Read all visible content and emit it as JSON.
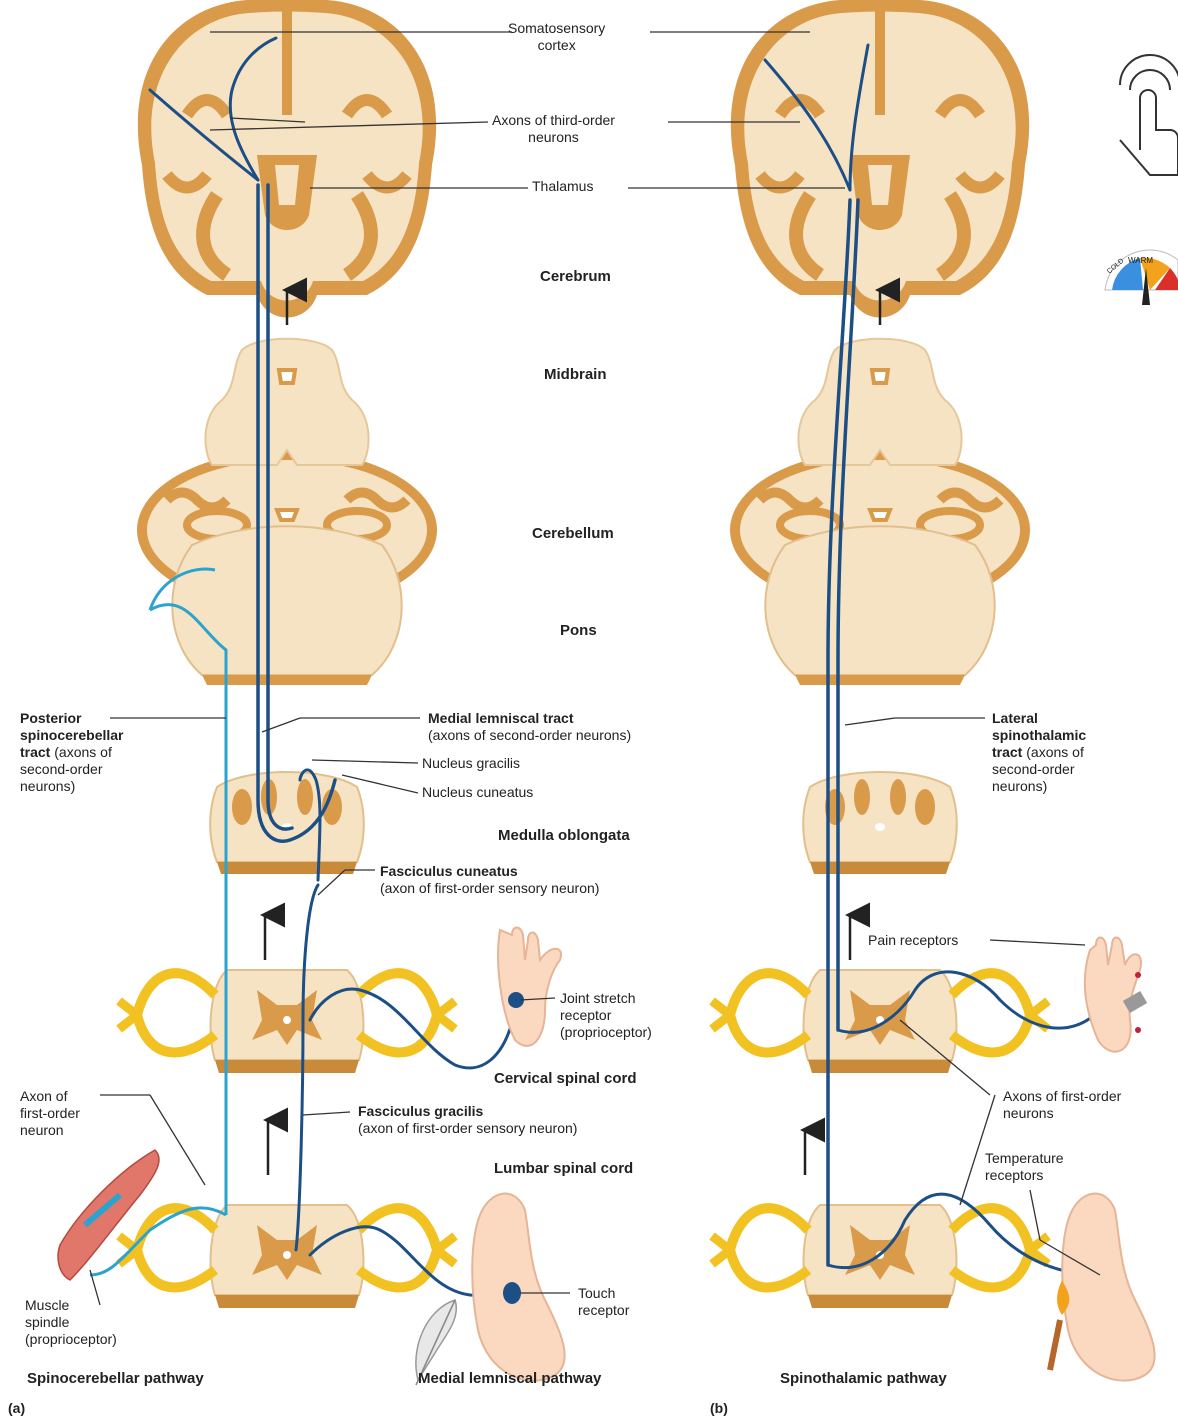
{
  "labels": {
    "somatosensory": "Somatosensory\ncortex",
    "third_order": "Axons of third-order\nneurons",
    "thalamus": "Thalamus",
    "cerebrum": "Cerebrum",
    "midbrain": "Midbrain",
    "cerebellum": "Cerebellum",
    "pons": "Pons",
    "posterior_title": "Posterior\nspinocerebellar\ntract",
    "posterior_desc": " (axons of\nsecond-order\nneurons)",
    "medial_lemniscal_title": "Medial lemniscal tract",
    "medial_lemniscal_desc": "(axons of second-order neurons)",
    "nucleus_gracilis": "Nucleus gracilis",
    "nucleus_cuneatus": "Nucleus cuneatus",
    "medulla": "Medulla oblongata",
    "fasciculus_cuneatus_title": "Fasciculus cuneatus",
    "fasciculus_cuneatus_desc": "(axon of first-order sensory neuron)",
    "joint_stretch": "Joint stretch\nreceptor\n(proprioceptor)",
    "cervical": "Cervical spinal cord",
    "axon_first_order_a": "Axon of\nfirst-order\nneuron",
    "fasciculus_gracilis_title": "Fasciculus gracilis",
    "fasciculus_gracilis_desc": "(axon of first-order sensory neuron)",
    "lumbar": "Lumbar spinal cord",
    "touch": "Touch\nreceptor",
    "muscle_spindle": "Muscle\nspindle\n(proprioceptor)",
    "spinocerebellar_pathway": "Spinocerebellar pathway",
    "medial_lemniscal_pathway": "Medial lemniscal pathway",
    "panel_a": "(a)",
    "panel_b": "(b)",
    "lateral_title": "Lateral\nspinothalamic\ntract",
    "lateral_desc": " (axons of\nsecond-order\nneurons)",
    "pain_receptors": "Pain receptors",
    "axons_first_order_b": "Axons of first-order\nneurons",
    "temperature_receptors": "Temperature\nreceptors",
    "spinothalamic_pathway": "Spinothalamic pathway",
    "thermo_warm": "WARM",
    "thermo_cold": "COLD"
  },
  "colors": {
    "tissue": "#f6e3c4",
    "gray_matter": "#d99a4a",
    "cortex_edge": "#c98a3a",
    "nerve": "#f2c122",
    "tract_dark": "#1c4f86",
    "tract_light": "#2aa3cf",
    "leader": "#333333"
  }
}
